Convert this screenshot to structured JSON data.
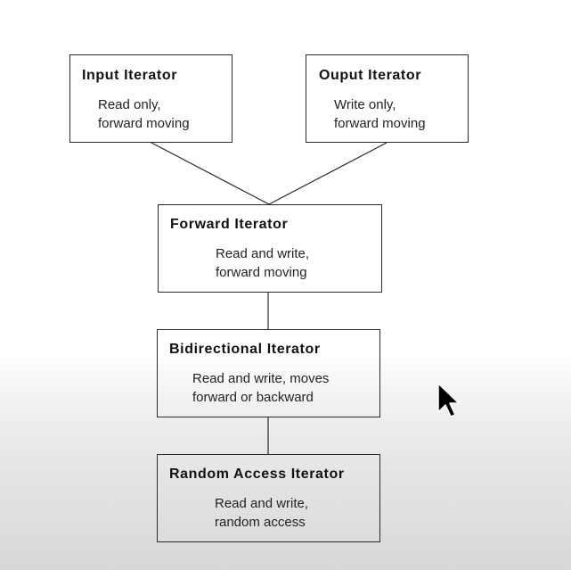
{
  "diagram": {
    "nodes": [
      {
        "id": "input",
        "title": "Input Iterator",
        "lines": [
          "Read only,",
          "forward moving"
        ]
      },
      {
        "id": "output",
        "title": "Ouput Iterator",
        "lines": [
          "Write only,",
          "forward moving"
        ]
      },
      {
        "id": "forward",
        "title": "Forward Iterator",
        "lines": [
          "Read and write,",
          "forward moving"
        ]
      },
      {
        "id": "bidirectional",
        "title": "Bidirectional  Iterator",
        "lines": [
          "Read and write, moves",
          "forward or backward"
        ]
      },
      {
        "id": "random",
        "title": "Random Access Iterator",
        "lines": [
          "Read and write,",
          "random access"
        ]
      }
    ],
    "edges": [
      {
        "from": "input",
        "to": "forward"
      },
      {
        "from": "output",
        "to": "forward"
      },
      {
        "from": "forward",
        "to": "bidirectional"
      },
      {
        "from": "bidirectional",
        "to": "random"
      }
    ]
  },
  "cursor": {
    "icon": "mouse-pointer-icon",
    "color": "#000000"
  },
  "colors": {
    "line": "#2a2a2a",
    "text": "#111111"
  }
}
